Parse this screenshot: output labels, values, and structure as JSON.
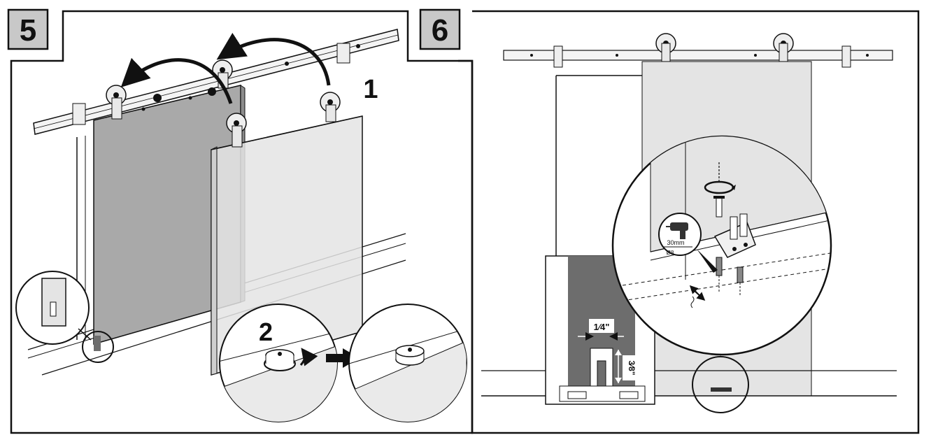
{
  "panel_left": {
    "step_number": "5",
    "callout_1": "1",
    "callout_2": "2"
  },
  "panel_right": {
    "step_number": "6",
    "drill_depth": "30mm",
    "drill_diameter": "Ø8",
    "gap_horizontal": "1⁄4\"",
    "gap_vertical": "3⁄8\""
  },
  "colors": {
    "line": "#111111",
    "door_dark": "#a9a9a9",
    "door_light": "#e4e4e4",
    "badge_bg": "#c8c8c8",
    "floor_guide": "#6d6d6d"
  }
}
